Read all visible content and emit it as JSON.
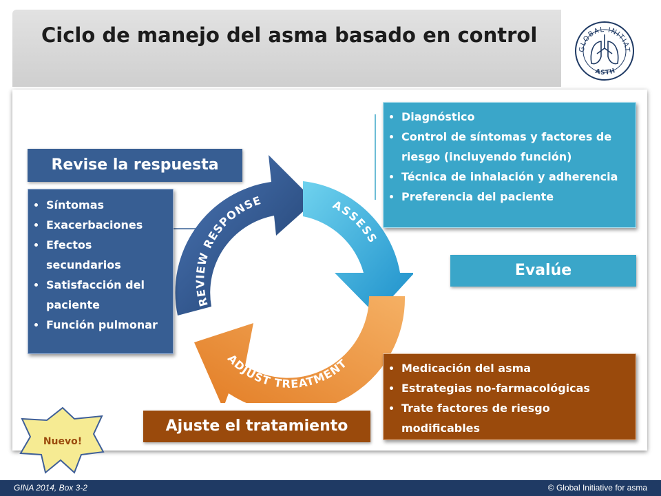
{
  "title": "Ciclo de manejo del asma basado en control",
  "logo": {
    "text_top": "GLOBAL INITIATIVE FOR",
    "text_bottom": "ASTHMA"
  },
  "review": {
    "label": "Revise la respuesta",
    "items": [
      "Síntomas",
      "Exacerbaciones",
      "Efectos secundarios",
      "Satisfacción del paciente",
      "Función pulmonar"
    ]
  },
  "assess": {
    "label": "Evalúe",
    "items": [
      "Diagnóstico",
      "Control de síntomas y factores de riesgo (incluyendo función)",
      "Técnica de inhalación y adherencia",
      "Preferencia del paciente"
    ]
  },
  "adjust": {
    "label": "Ajuste el tratamiento",
    "items": [
      "Medicación del asma",
      "Estrategias no-farmacológicas",
      "Trate factores de riesgo modificables"
    ]
  },
  "cycle": {
    "review_text": "REVIEW RESPONSE",
    "assess_text": "ASSESS",
    "adjust_text": "ADJUST TREATMENT"
  },
  "badge": "Nuevo!",
  "footer": {
    "left": "GINA 2014, Box 3-2",
    "right": "© Global Initiative for asma"
  },
  "colors": {
    "review": "#375e93",
    "assess": "#3aa6c9",
    "adjust": "#9a4a0c",
    "footer": "#1f3a64",
    "cycle_orange": "#f09a3e",
    "badge": "#f6eb93"
  }
}
